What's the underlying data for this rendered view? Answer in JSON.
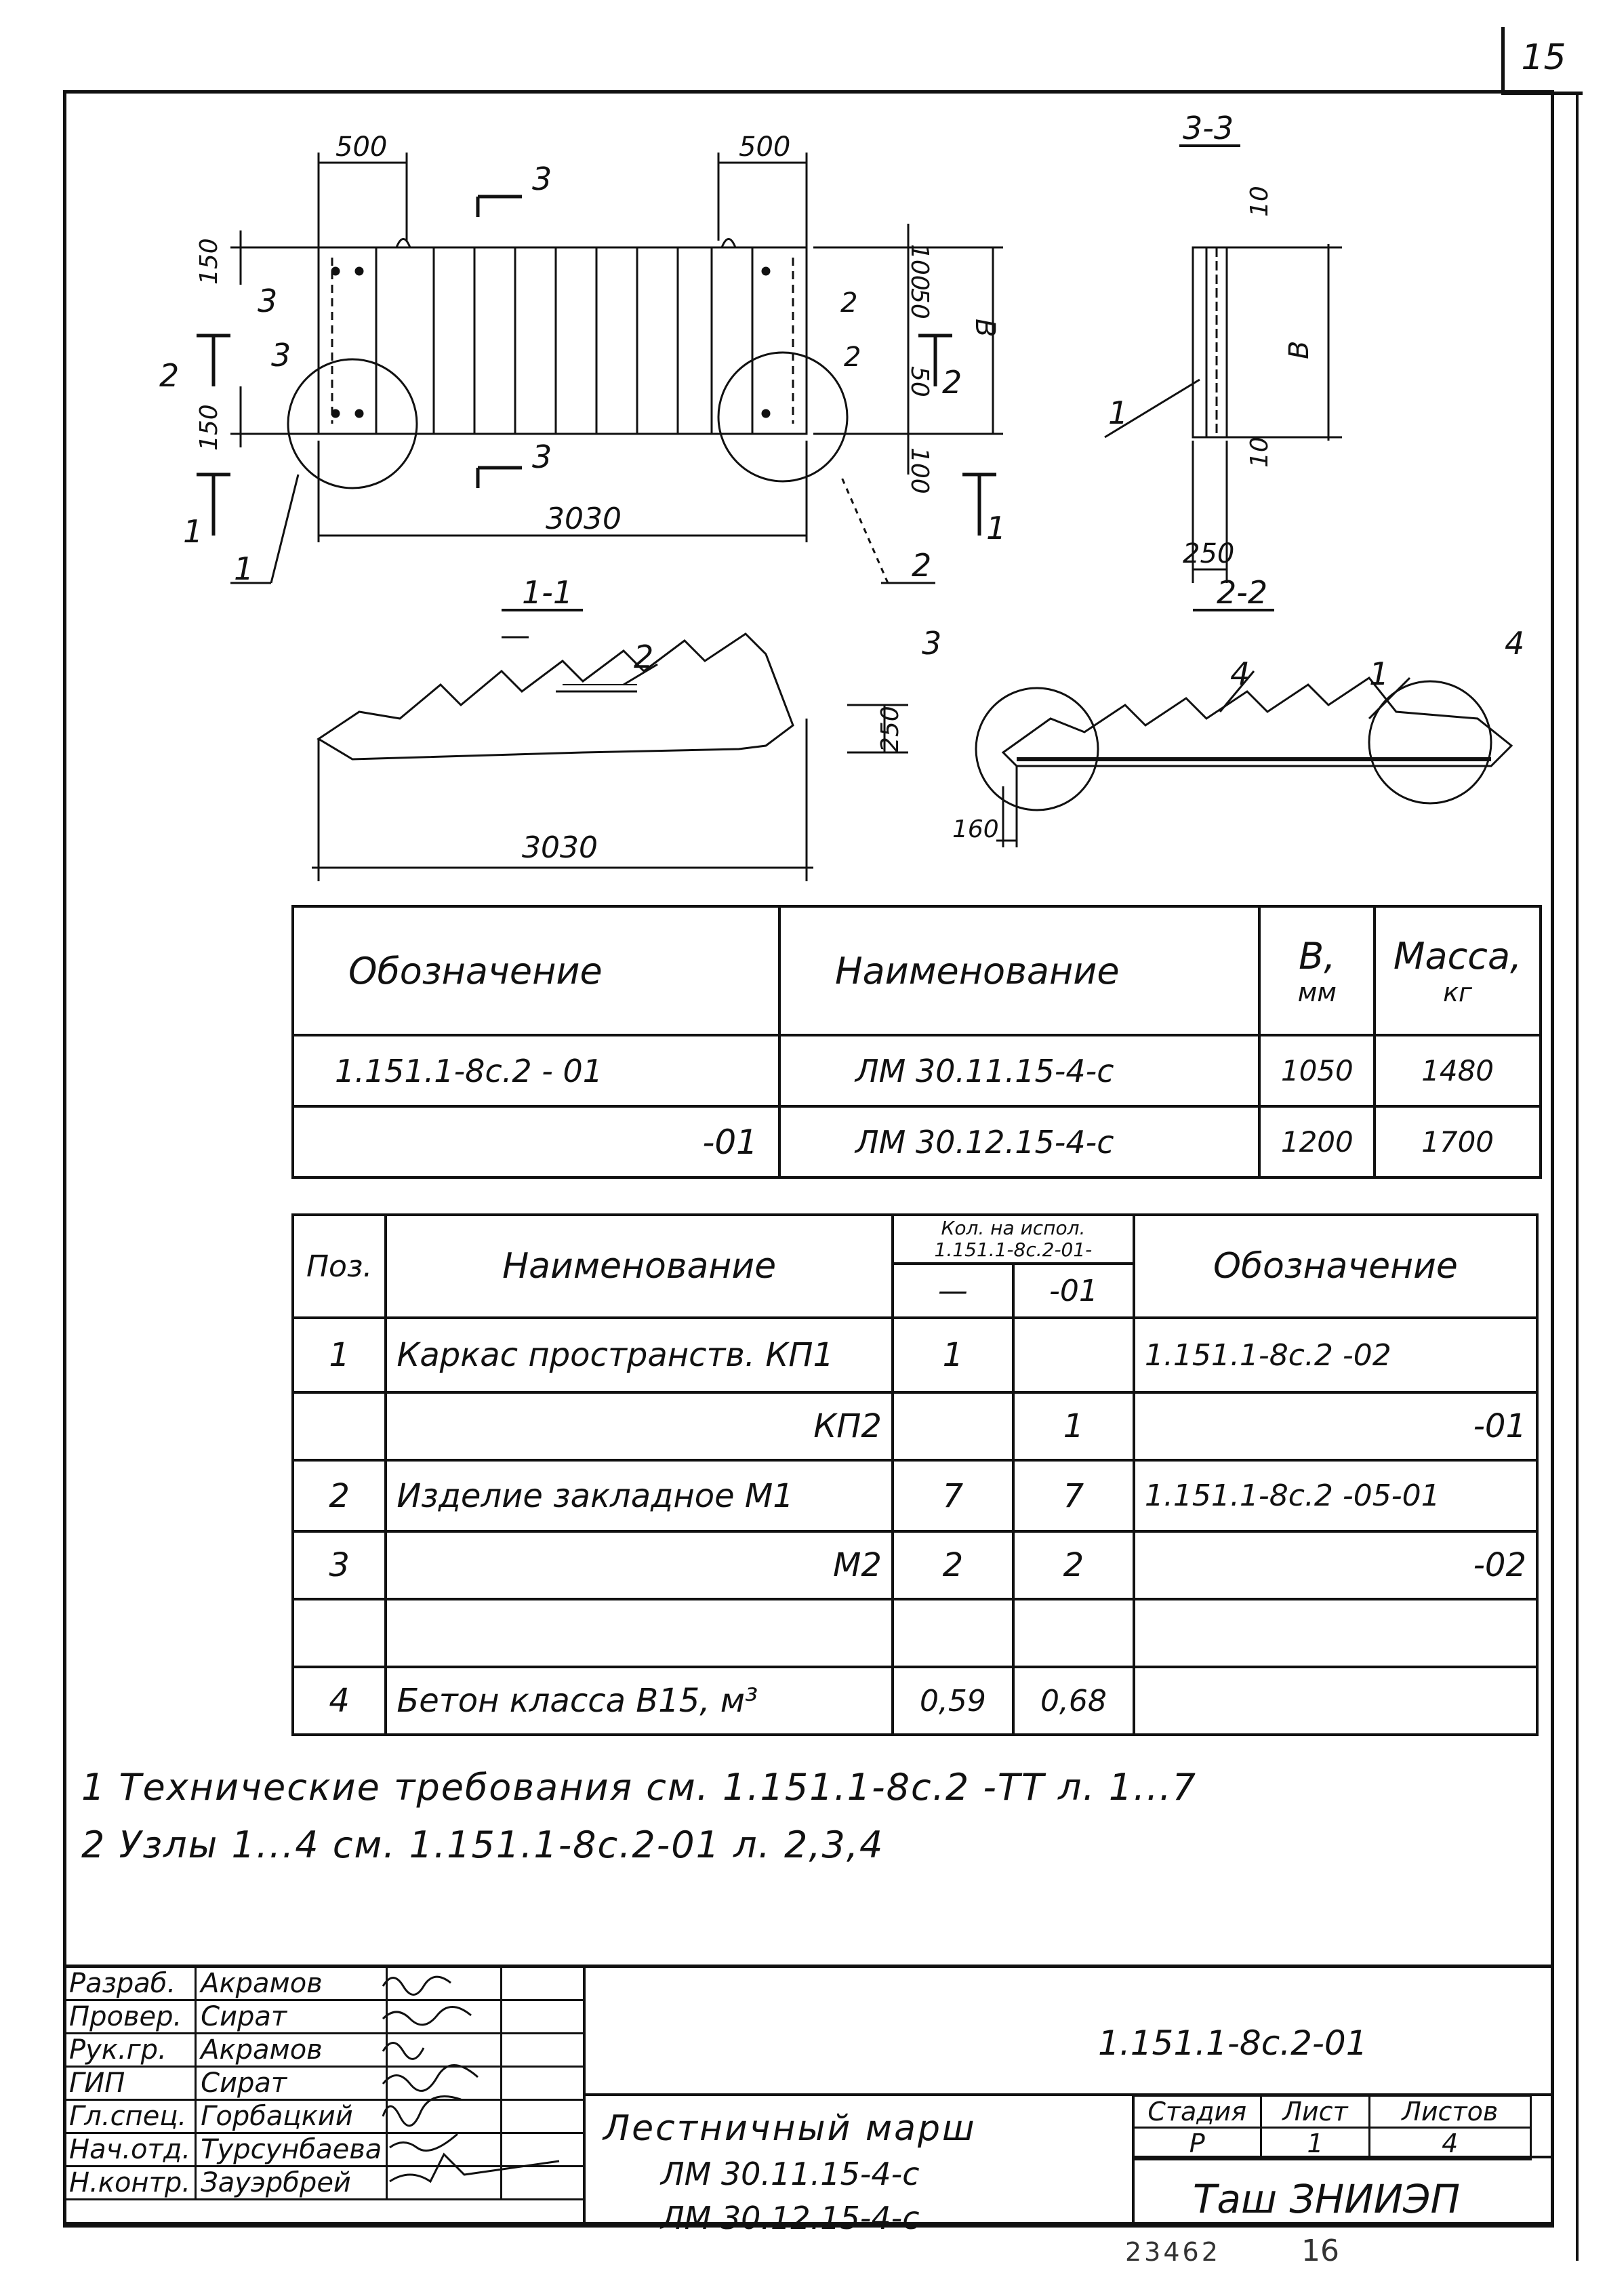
{
  "page_number": "15",
  "drawing": {
    "labels": {
      "dim_500": "500",
      "dim_150": "150",
      "dim_100": "100",
      "dim_50": "50",
      "dim_3030": "3030",
      "dim_250": "250",
      "dim_160": "160",
      "dim_10": "10",
      "dim_B": "B",
      "sec_3_3": "3-3",
      "sec_1_1": "1-1",
      "sec_2_2": "2-2",
      "mark_1": "1",
      "mark_2": "2",
      "mark_3": "3",
      "mark_4": "4"
    }
  },
  "table1": {
    "headers": {
      "designation": "Обозначение",
      "name": "Наименование",
      "b_top": "В,",
      "b_unit": "мм",
      "mass_top": "Масса,",
      "mass_unit": "кг"
    },
    "rows": [
      {
        "designation": "1.151.1-8с.2 - 01",
        "name": "ЛМ 30.11.15-4-с",
        "b": "1050",
        "mass": "1480"
      },
      {
        "designation": "-01",
        "name": "ЛМ 30.12.15-4-с",
        "b": "1200",
        "mass": "1700"
      }
    ]
  },
  "table2": {
    "headers": {
      "pos": "Поз.",
      "name": "Наименование",
      "qty_line1": "Кол. на испол.",
      "qty_line2": "1.151.1-8с.2-01-",
      "qty_dash": "—",
      "qty_01": "-01",
      "designation": "Обозначение"
    },
    "rows": [
      {
        "pos": "1",
        "name": "Каркас пространств. КП1",
        "q1": "1",
        "q2": "",
        "designation": "1.151.1-8с.2  -02"
      },
      {
        "pos": "",
        "name": "КП2",
        "q1": "",
        "q2": "1",
        "designation": "-01"
      },
      {
        "pos": "2",
        "name": "Изделие закладное М1",
        "q1": "7",
        "q2": "7",
        "designation": "1.151.1-8с.2 -05-01"
      },
      {
        "pos": "3",
        "name": "М2",
        "q1": "2",
        "q2": "2",
        "designation": "-02"
      },
      {
        "pos": "",
        "name": "",
        "q1": "",
        "q2": "",
        "designation": ""
      },
      {
        "pos": "4",
        "name": "Бетон класса В15, м³",
        "q1": "0,59",
        "q2": "0,68",
        "designation": ""
      }
    ]
  },
  "notes": [
    "1  Технические требования см. 1.151.1-8с.2 -ТТ л. 1...7",
    "2  Узлы 1...4  см. 1.151.1-8с.2-01  л. 2,3,4"
  ],
  "title_block": {
    "roles": [
      {
        "role": "Разраб.",
        "name": "Акрамов"
      },
      {
        "role": "Провер.",
        "name": "Сират"
      },
      {
        "role": "Рук.гр.",
        "name": "Акрамов"
      },
      {
        "role": "ГИП",
        "name": "Сират"
      },
      {
        "role": "Гл.спец.",
        "name": "Горбацкий"
      },
      {
        "role": "Нач.отд.",
        "name": "Турсунбаева"
      },
      {
        "role": "Н.контр.",
        "name": "Зауэрбрей"
      }
    ],
    "code": "1.151.1-8с.2-01",
    "title_line1": "Лестничный марш",
    "title_line2": "ЛМ 30.11.15-4-с",
    "title_line3": "ЛМ 30.12.15-4-с",
    "stage_label": "Стадия",
    "sheet_label": "Лист",
    "sheets_label": "Листов",
    "stage": "Р",
    "sheet": "1",
    "sheets": "4",
    "organization": "Таш ЗНИИЭП"
  },
  "footer": {
    "archive_no": "23462",
    "page": "16"
  }
}
